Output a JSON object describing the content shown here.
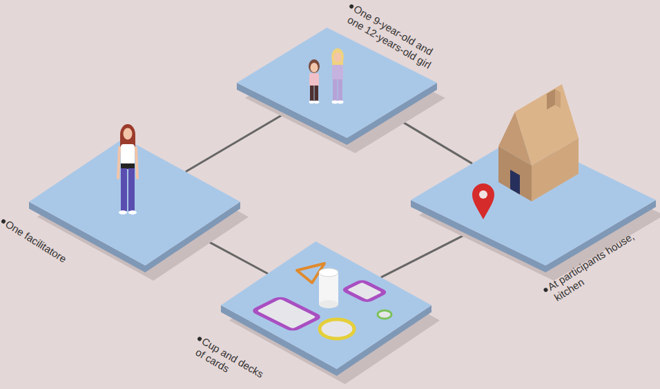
{
  "diagram": {
    "nodes": [
      {
        "text": [
          "One 9-year-old and one 12-years-old girl"
        ]
      },
      {
        "text": [
          "One facilitatore"
        ]
      },
      {
        "text": [
          "At participants house, kitchen"
        ]
      },
      {
        "text": [
          "Cup and decks of cards"
        ]
      }
    ],
    "edges": [
      {
        "from": 0,
        "to": 1,
        "arrow": "none"
      },
      {
        "from": 0,
        "to": 2,
        "arrow": "none"
      },
      {
        "from": 1,
        "to": 3,
        "arrow": "none"
      },
      {
        "from": 2,
        "to": 3,
        "arrow": "none"
      }
    ]
  }
}
